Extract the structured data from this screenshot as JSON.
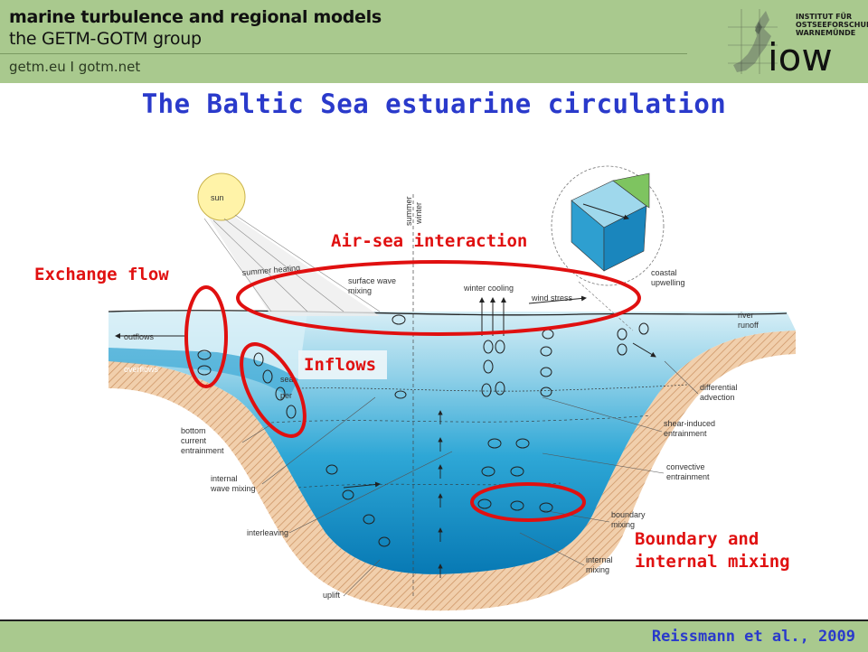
{
  "header": {
    "title": "marine turbulence and regional models",
    "subtitle": "the GETM-GOTM group",
    "links": "getm.eu  I  gotm.net",
    "logo_institute": "INSTITUT FÜR\nOSTSEEFORSCHUNG\nWARNEMÜNDE",
    "logo_text": "iow"
  },
  "main_title": "The Baltic Sea estuarine circulation",
  "annotations": {
    "air_sea": "Air-sea interaction",
    "exchange_flow": "Exchange flow",
    "inflows": "Inflows",
    "boundary_line1": "Boundary and",
    "boundary_line2": "internal mixing"
  },
  "diagram_labels": {
    "sun": "sun",
    "summer_heating": "summer heating",
    "summer": "summer",
    "winter": "winter",
    "surface_wave_mixing_1": "surface wave",
    "surface_wave_mixing_2": "mixing",
    "winter_cooling": "winter cooling",
    "wind_stress": "wind stress",
    "coastal_1": "coastal",
    "coastal_2": "upwelling",
    "river_1": "river",
    "river_2": "runoff",
    "outflows": "outflows",
    "overflows": "overflows",
    "sea": "sea",
    "per": "per",
    "differential_1": "differential",
    "differential_2": "advection",
    "bottom_1": "bottom",
    "bottom_2": "current",
    "bottom_3": "entrainment",
    "shear_1": "shear-induced",
    "shear_2": "entrainment",
    "convective_1": "convective",
    "convective_2": "entrainment",
    "internal_wave_1": "internal",
    "internal_wave_2": "wave mixing",
    "interleaving": "interleaving",
    "boundary_mixing_1": "boundary",
    "boundary_mixing_2": "mixing",
    "internal_mixing_1": "internal",
    "internal_mixing_2": "mixing",
    "uplift": "uplift"
  },
  "footer": {
    "citation": "Reissmann et al., 2009"
  },
  "colors": {
    "header_bg": "#a9c98e",
    "title_blue": "#2a3acb",
    "annotation_red": "#e01010",
    "water_light": "#cde9f3",
    "water_deep": "#0a8cc3",
    "seabed": "#eec9a6"
  }
}
